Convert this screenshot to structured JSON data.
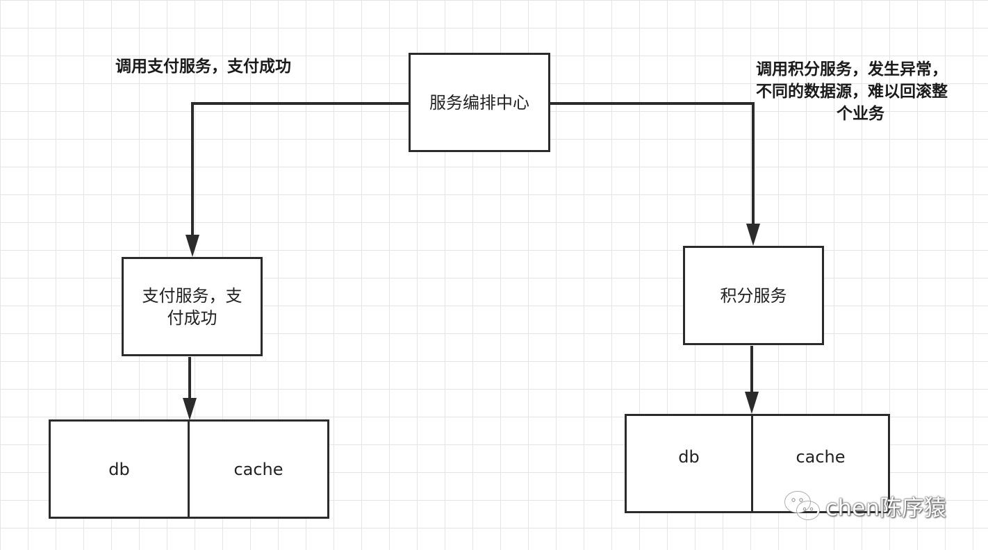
{
  "orchestrator": {
    "label": "服务编排中心"
  },
  "left": {
    "annotation": "调用支付服务，支付成功",
    "service_line1": "支付服务，支",
    "service_line2": "付成功",
    "storage": {
      "db": "db",
      "cache": "cache"
    }
  },
  "right": {
    "annotation_line1": "调用积分服务，发生异常，",
    "annotation_line2": "不同的数据源，难以回滚整",
    "annotation_line3": "个业务",
    "service": "积分服务",
    "storage": {
      "db": "db",
      "cache": "cache"
    }
  },
  "watermark": {
    "text": "chen陈序猿",
    "icon": "wechat-icon"
  }
}
